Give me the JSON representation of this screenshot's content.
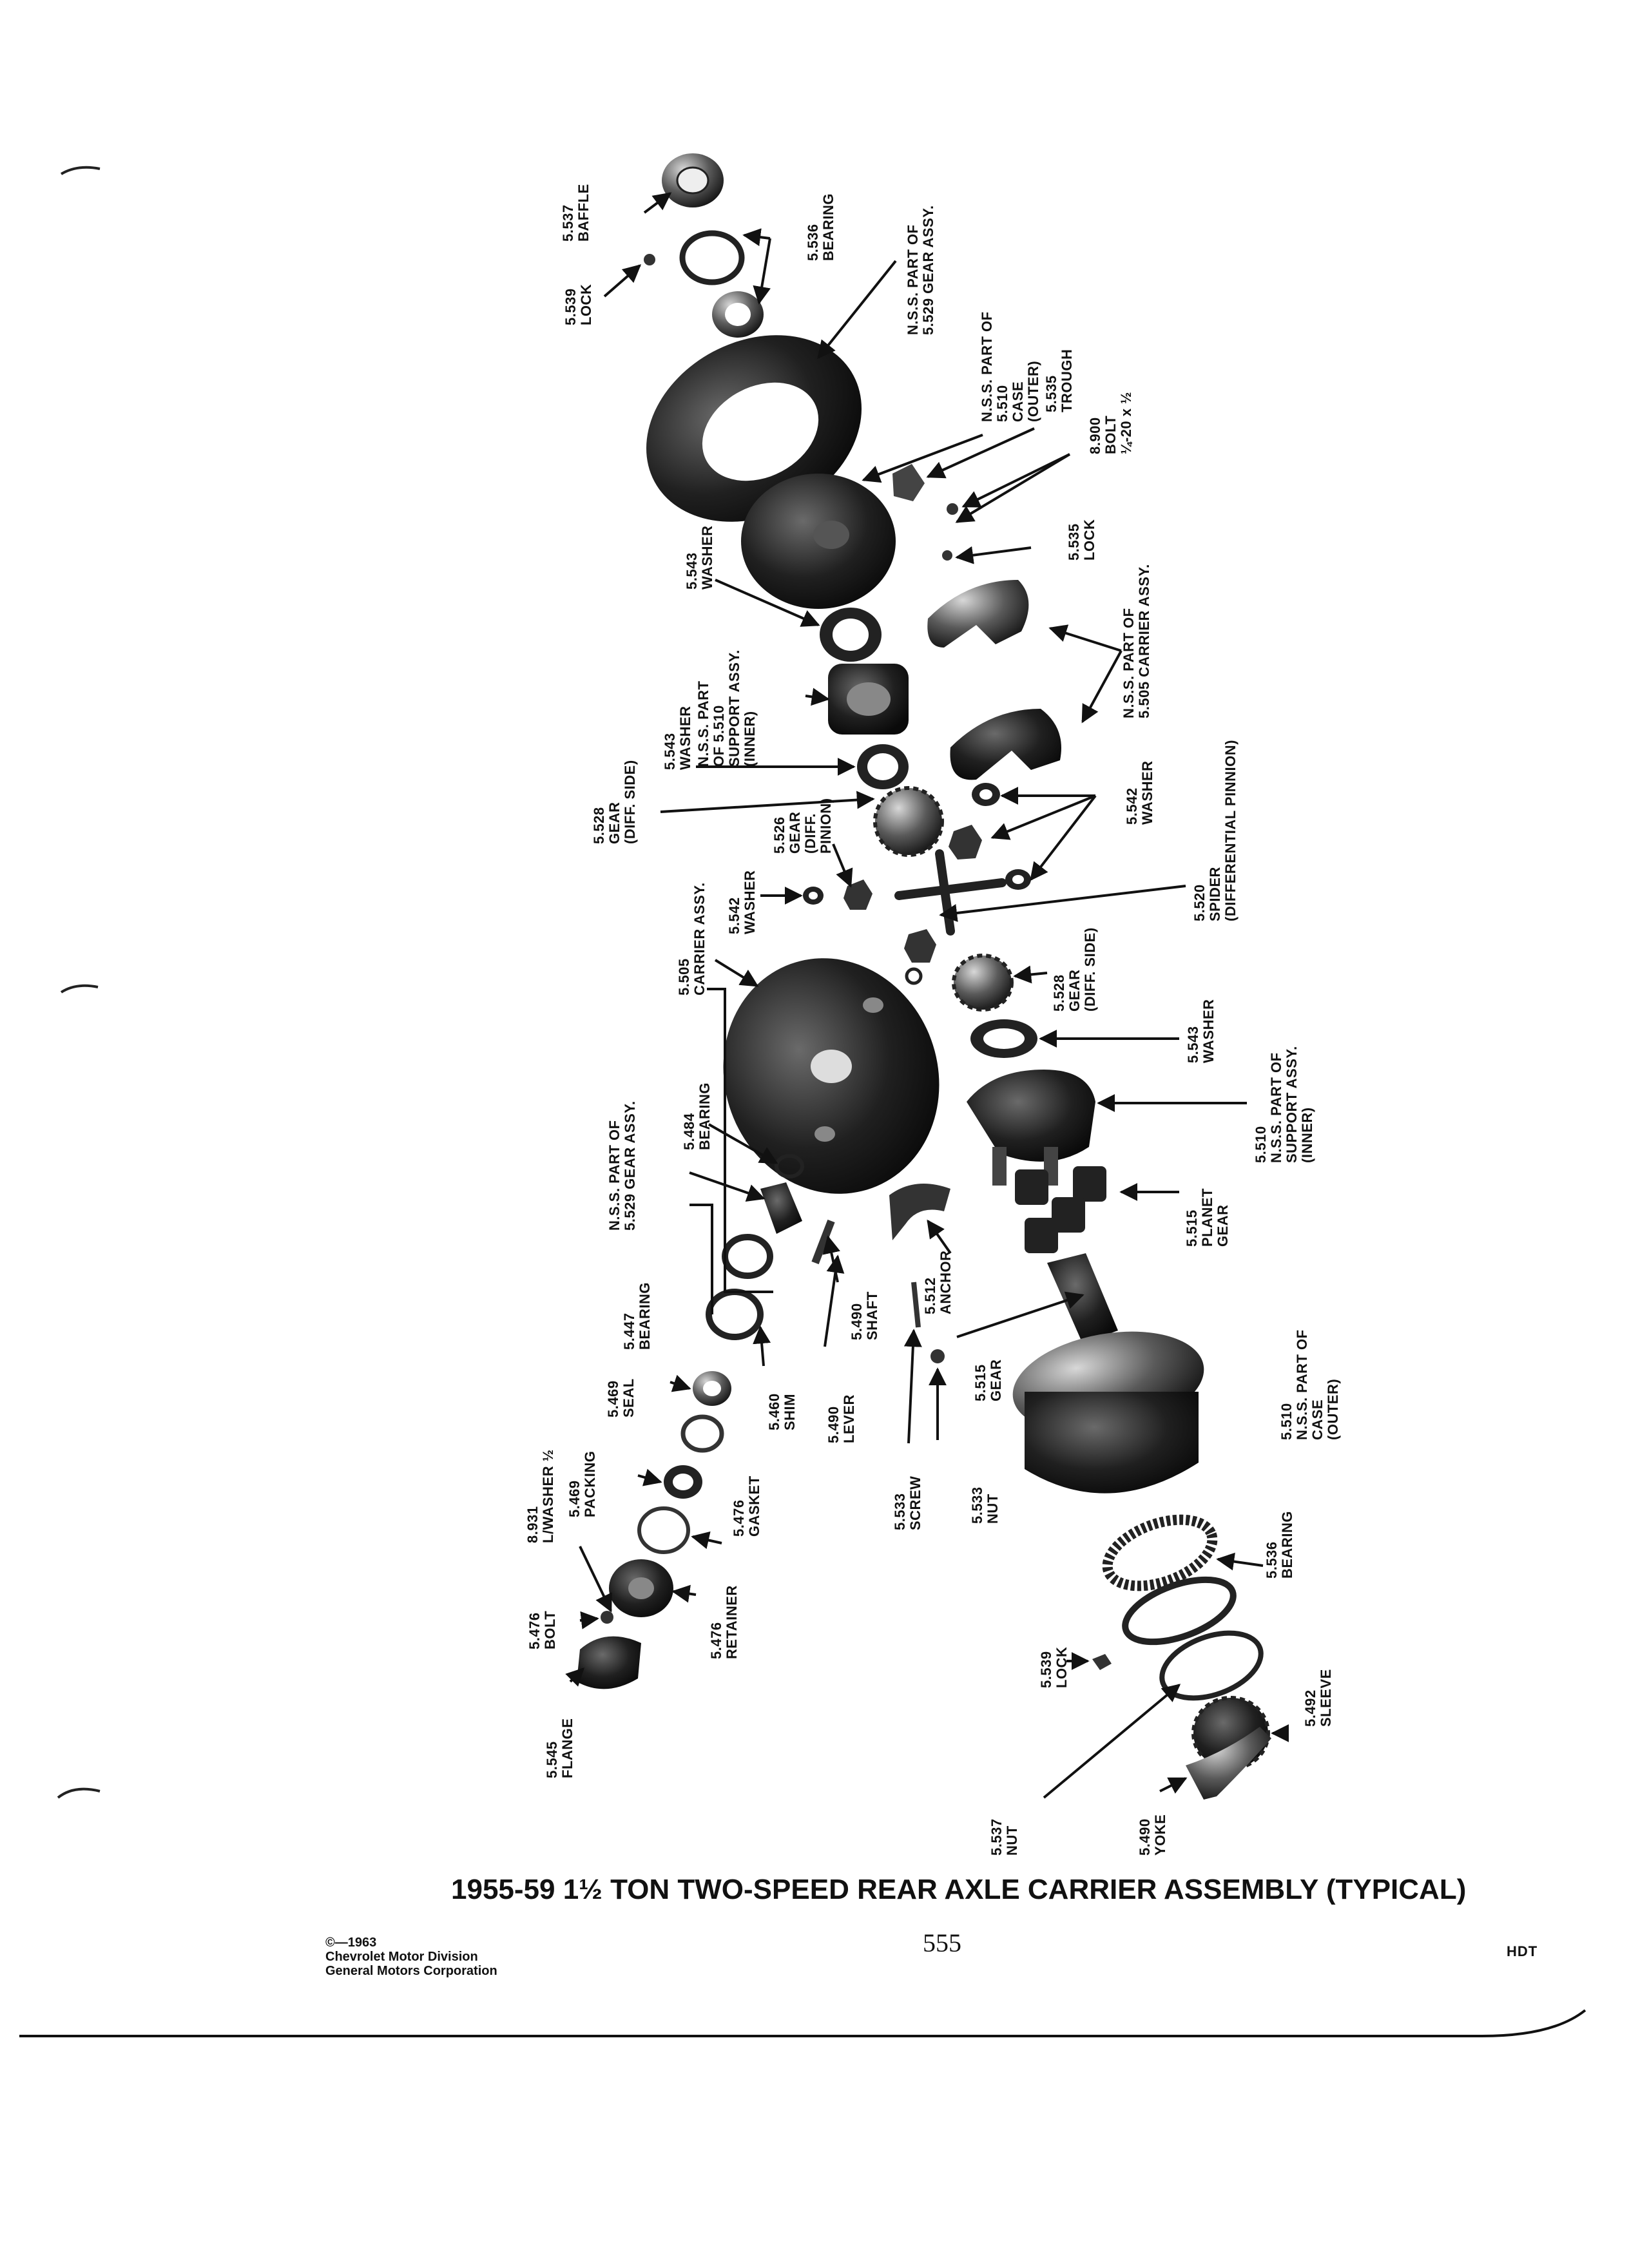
{
  "labels": [
    {
      "id": "baffle-5537",
      "lines": [
        "5.537",
        "BAFFLE"
      ]
    },
    {
      "id": "bearing-5536-top",
      "lines": [
        "5.536",
        "BEARING"
      ]
    },
    {
      "id": "lock-5539-top",
      "lines": [
        "5.539",
        "LOCK"
      ]
    },
    {
      "id": "nss-5529-top",
      "lines": [
        "N.S.S. PART OF",
        "5.529 GEAR ASSY."
      ]
    },
    {
      "id": "nss-5510-outer-top",
      "lines": [
        "N.S.S. PART OF",
        "5.510",
        "CASE",
        "(OUTER)"
      ]
    },
    {
      "id": "trough-5535",
      "lines": [
        "5.535",
        "TROUGH"
      ]
    },
    {
      "id": "bolt-8900",
      "lines": [
        "8.900",
        "BOLT",
        "¼-20 x ½"
      ]
    },
    {
      "id": "lock-5535",
      "lines": [
        "5.535",
        "LOCK"
      ]
    },
    {
      "id": "washer-5543-top",
      "lines": [
        "5.543",
        "WASHER"
      ]
    },
    {
      "id": "nss-5505-carrier",
      "lines": [
        "N.S.S. PART OF",
        "5.505 CARRIER ASSY."
      ]
    },
    {
      "id": "washer-5543-mid",
      "lines": [
        "5.543",
        "WASHER"
      ]
    },
    {
      "id": "nss-5510-support-inner-top",
      "lines": [
        "N.S.S. PART",
        "OF 5.510",
        "SUPPORT ASSY.",
        "(INNER)"
      ]
    },
    {
      "id": "gear-5528-top",
      "lines": [
        "5.528",
        "GEAR",
        "(DIFF. SIDE)"
      ]
    },
    {
      "id": "gear-5526",
      "lines": [
        "5.526",
        "GEAR",
        "(DIFF.",
        "PINION)"
      ]
    },
    {
      "id": "washer-5542-right",
      "lines": [
        "5.542",
        "WASHER"
      ]
    },
    {
      "id": "washer-5542-left",
      "lines": [
        "5.542",
        "WASHER"
      ]
    },
    {
      "id": "spider-5520",
      "lines": [
        "5.520",
        "SPIDER",
        "(DIFFERENTIAL PINNION)"
      ]
    },
    {
      "id": "carrier-5505",
      "lines": [
        "5.505",
        "CARRIER ASSY."
      ]
    },
    {
      "id": "gear-5528-bottom",
      "lines": [
        "5.528",
        "GEAR",
        "(DIFF. SIDE)"
      ]
    },
    {
      "id": "washer-5543-bottom",
      "lines": [
        "5.543",
        "WASHER"
      ]
    },
    {
      "id": "nss-5510-support-inner-bottom",
      "lines": [
        "5.510",
        "N.S.S. PART OF",
        "SUPPORT ASSY.",
        "(INNER)"
      ]
    },
    {
      "id": "nss-5529-bottom",
      "lines": [
        "N.S.S. PART OF",
        "5.529 GEAR ASSY."
      ]
    },
    {
      "id": "bearing-5484",
      "lines": [
        "5.484",
        "BEARING"
      ]
    },
    {
      "id": "planet-gear-5515",
      "lines": [
        "5.515",
        "PLANET",
        "GEAR"
      ]
    },
    {
      "id": "bearing-5447",
      "lines": [
        "5.447",
        "BEARING"
      ]
    },
    {
      "id": "anchor-5512",
      "lines": [
        "5.512",
        "ANCHOR"
      ]
    },
    {
      "id": "shaft-5490",
      "lines": [
        "5.490",
        "SHAFT"
      ]
    },
    {
      "id": "seal-5469",
      "lines": [
        "5.469",
        "SEAL"
      ]
    },
    {
      "id": "shim-5460",
      "lines": [
        "5.460",
        "SHIM"
      ]
    },
    {
      "id": "lever-5490",
      "lines": [
        "5.490",
        "LEVER"
      ]
    },
    {
      "id": "gear-5515",
      "lines": [
        "5.515",
        "GEAR"
      ]
    },
    {
      "id": "nss-5510-case-outer",
      "lines": [
        "5.510",
        "N.S.S. PART OF",
        "CASE",
        "(OUTER)"
      ]
    },
    {
      "id": "lwasher-8931",
      "lines": [
        "8.931",
        "L/WASHER ½"
      ]
    },
    {
      "id": "packing-5469",
      "lines": [
        "5.469",
        "PACKING"
      ]
    },
    {
      "id": "gasket-5476",
      "lines": [
        "5.476",
        "GASKET"
      ]
    },
    {
      "id": "screw-5533",
      "lines": [
        "5.533",
        "SCREW"
      ]
    },
    {
      "id": "nut-5533",
      "lines": [
        "5.533",
        "NUT"
      ]
    },
    {
      "id": "bolt-5476",
      "lines": [
        "5.476",
        "BOLT"
      ]
    },
    {
      "id": "retainer-5476",
      "lines": [
        "5.476",
        "RETAINER"
      ]
    },
    {
      "id": "bearing-5536-bottom",
      "lines": [
        "5.536",
        "BEARING"
      ]
    },
    {
      "id": "lock-5539-bottom",
      "lines": [
        "5.539",
        "LOCK"
      ]
    },
    {
      "id": "sleeve-5492",
      "lines": [
        "5.492",
        "SLEEVE"
      ]
    },
    {
      "id": "flange-5545",
      "lines": [
        "5.545",
        "FLANGE"
      ]
    },
    {
      "id": "nut-5537",
      "lines": [
        "5.537",
        "NUT"
      ]
    },
    {
      "id": "yoke-5490",
      "lines": [
        "5.490",
        "YOKE"
      ]
    }
  ],
  "caption": "1955-59 1½ TON TWO-SPEED REAR AXLE CARRIER ASSEMBLY (TYPICAL)",
  "page_number": "555",
  "copyright": [
    "©—1963",
    "Chevrolet Motor Division",
    "General Motors Corporation"
  ],
  "hdt": "HDT",
  "colors": {
    "ink": "#111111",
    "part": "#1a1a1a",
    "metal": "#5a5a5a"
  }
}
